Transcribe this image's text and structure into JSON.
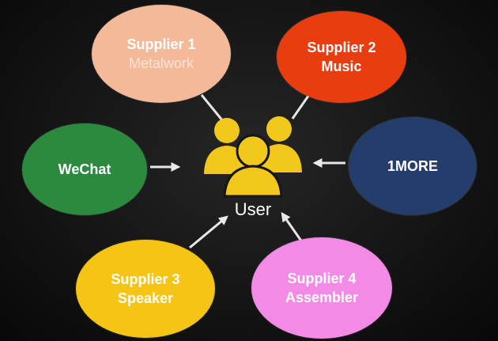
{
  "diagram": {
    "center": {
      "label": "User",
      "icon": "users-group-icon",
      "color": "#f2c81c"
    },
    "nodes": {
      "supplier_1": {
        "line1": "Supplier 1",
        "line2": "Metalwork",
        "color": "#f4b998"
      },
      "supplier_2": {
        "line1": "Supplier 2",
        "line2": "Music",
        "color": "#ea3d0f"
      },
      "wechat": {
        "line1": "WeChat",
        "color": "#2b8a3e"
      },
      "one_more": {
        "line1": "1MORE",
        "color": "#243d6b"
      },
      "supplier_3": {
        "line1": "Supplier 3",
        "line2": "Speaker",
        "color": "#f6c415"
      },
      "supplier_4": {
        "line1": "Supplier 4",
        "line2": "Assembler",
        "color": "#f28ae6"
      }
    },
    "connectors": [
      {
        "from": "supplier_1",
        "to": "center",
        "style": "line"
      },
      {
        "from": "supplier_2",
        "to": "center",
        "style": "line"
      },
      {
        "from": "wechat",
        "to": "center",
        "style": "arrow"
      },
      {
        "from": "one_more",
        "to": "center",
        "style": "arrow"
      },
      {
        "from": "supplier_3",
        "to": "center",
        "style": "arrow"
      },
      {
        "from": "supplier_4",
        "to": "center",
        "style": "arrow"
      }
    ]
  }
}
